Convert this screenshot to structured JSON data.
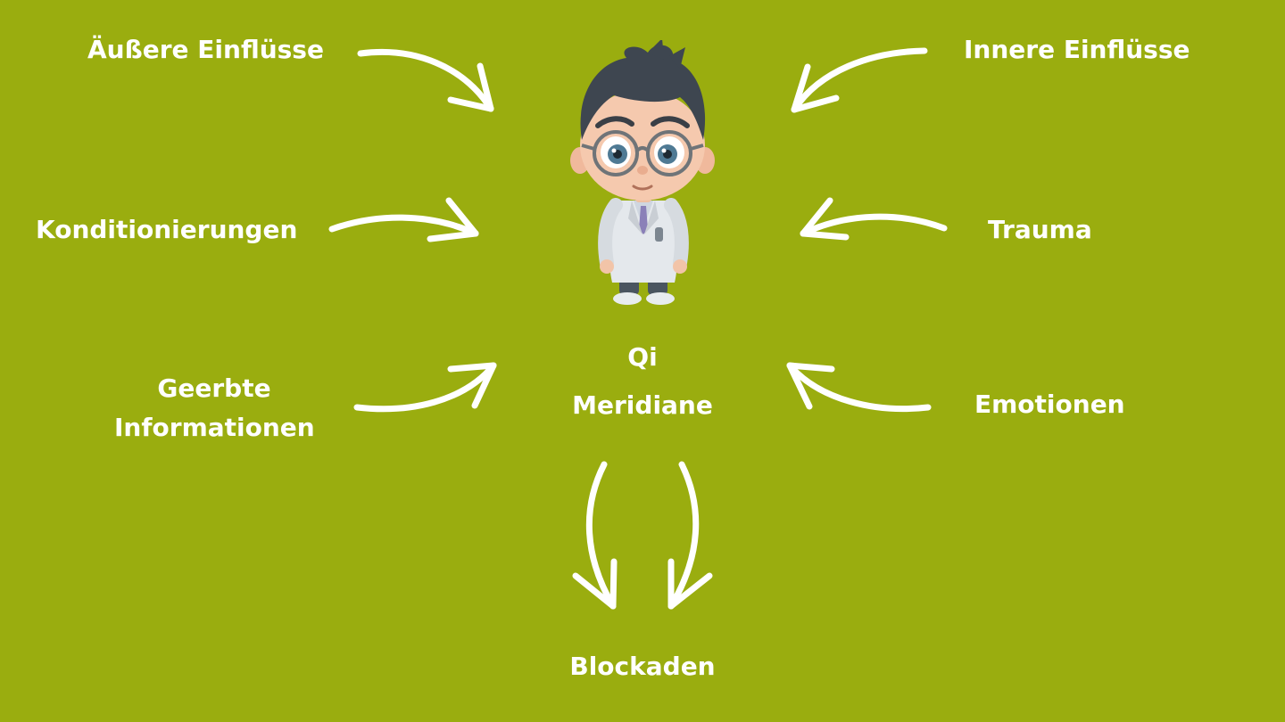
{
  "colors": {
    "background": "#9aad0f",
    "text": "#ffffff",
    "arrow": "#ffffff"
  },
  "center": {
    "figure": "doctor-character-illustration",
    "lines": [
      "Qi",
      "Meridiane"
    ]
  },
  "influences_left": [
    {
      "lines": [
        "Äußere Einflüsse"
      ]
    },
    {
      "lines": [
        "Konditionierungen"
      ]
    },
    {
      "lines": [
        "Geerbte",
        "Informationen"
      ]
    }
  ],
  "influences_right": [
    {
      "lines": [
        "Innere Einflüsse"
      ]
    },
    {
      "lines": [
        "Trauma"
      ]
    },
    {
      "lines": [
        "Emotionen"
      ]
    }
  ],
  "result": {
    "lines": [
      "Blockaden"
    ]
  }
}
